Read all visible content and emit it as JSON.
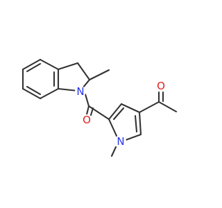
{
  "molecule": {
    "atoms": {
      "indoline_nitrogen": {
        "symbol": "N",
        "color": "#2535e8"
      },
      "pyrrole_nitrogen": {
        "symbol": "N",
        "color": "#2535e8"
      },
      "amide_oxygen": {
        "symbol": "O",
        "color": "#e02020"
      },
      "ketone_oxygen": {
        "symbol": "O",
        "color": "#e02020"
      }
    },
    "bond_color": "#333333"
  }
}
